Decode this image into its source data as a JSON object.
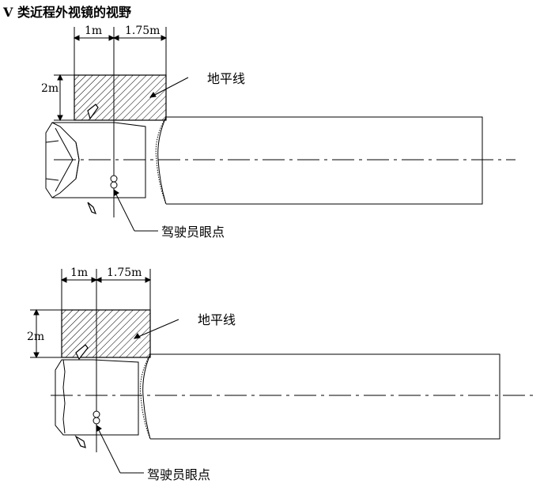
{
  "title": "V 类近程外视镜的视野",
  "diagrams": [
    {
      "dim_width_1": "1m",
      "dim_width_2": "1.75m",
      "dim_height": "2m",
      "label_horizon": "地平线",
      "label_eye_point": "驾驶员眼点"
    },
    {
      "dim_width_1": "1m",
      "dim_width_2": "1.75m",
      "dim_height": "2m",
      "label_horizon": "地平线",
      "label_eye_point": "驾驶员眼点"
    }
  ],
  "colors": {
    "line": "#000000",
    "background": "#ffffff"
  }
}
